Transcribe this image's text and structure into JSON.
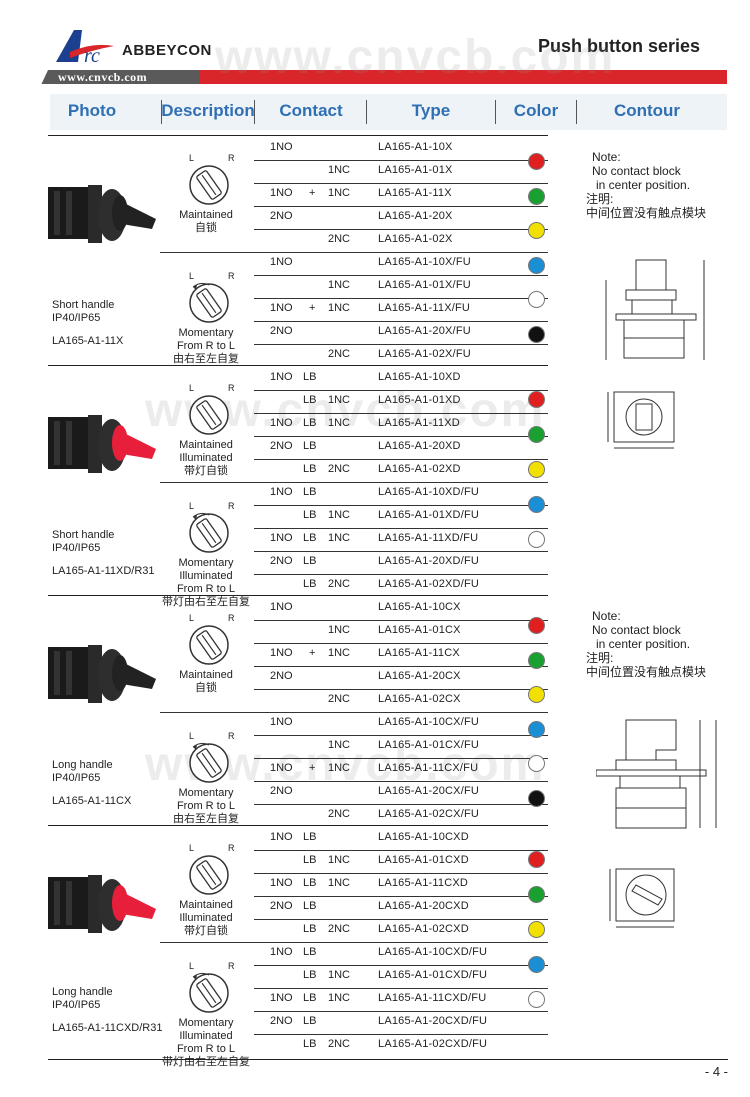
{
  "header": {
    "brand": "ABBEYCON",
    "series_title": "Push button series",
    "url": "www.cnvcb.com",
    "watermark": "www.cnvcb.com",
    "page_number": "- 4 -"
  },
  "columns": [
    "Photo",
    "Description",
    "Contact",
    "Type",
    "Color",
    "Contour"
  ],
  "dial_labels": {
    "left": "L",
    "right": "R"
  },
  "notes": {
    "line1": "Note:",
    "line2": "No contact block",
    "line3": "in center position.",
    "line4": "注明:",
    "line5": "中间位置没有触点模块"
  },
  "colors": {
    "red": "#e02020",
    "green": "#1aa030",
    "yellow": "#f2e000",
    "blue": "#1a8fd6",
    "white": "#ffffff",
    "black": "#111111"
  },
  "sections": [
    {
      "product_lines": [
        "Short handle",
        "IP40/IP65",
        "LA165-A1-11X"
      ],
      "desc_a": [
        "Maintained",
        "自锁"
      ],
      "desc_b": [
        "Momentary",
        "From  R  to  L",
        "由右至左自复"
      ],
      "rows": [
        {
          "no": "1NO",
          "lb1": "",
          "plus": "",
          "lb2": "",
          "nc": "",
          "type": "LA165-A1-10X"
        },
        {
          "no": "",
          "lb1": "",
          "plus": "",
          "lb2": "",
          "nc": "1NC",
          "type": "LA165-A1-01X"
        },
        {
          "no": "1NO",
          "lb1": "",
          "plus": "+",
          "lb2": "",
          "nc": "1NC",
          "type": "LA165-A1-11X"
        },
        {
          "no": "2NO",
          "lb1": "",
          "plus": "",
          "lb2": "",
          "nc": "",
          "type": "LA165-A1-20X"
        },
        {
          "no": "",
          "lb1": "",
          "plus": "",
          "lb2": "",
          "nc": "2NC",
          "type": "LA165-A1-02X"
        },
        {
          "no": "1NO",
          "lb1": "",
          "plus": "",
          "lb2": "",
          "nc": "",
          "type": "LA165-A1-10X/FU"
        },
        {
          "no": "",
          "lb1": "",
          "plus": "",
          "lb2": "",
          "nc": "1NC",
          "type": "LA165-A1-01X/FU"
        },
        {
          "no": "1NO",
          "lb1": "",
          "plus": "+",
          "lb2": "",
          "nc": "1NC",
          "type": "LA165-A1-11X/FU"
        },
        {
          "no": "2NO",
          "lb1": "",
          "plus": "",
          "lb2": "",
          "nc": "",
          "type": "LA165-A1-20X/FU"
        },
        {
          "no": "",
          "lb1": "",
          "plus": "",
          "lb2": "",
          "nc": "2NC",
          "type": "LA165-A1-02X/FU"
        }
      ]
    },
    {
      "product_lines": [
        "Short handle",
        "IP40/IP65",
        "LA165-A1-11XD/R31"
      ],
      "desc_a": [
        "Maintained",
        "Illuminated",
        "带灯自锁"
      ],
      "desc_b": [
        "Momentary",
        "Illuminated",
        "From  R  to  L",
        "带灯由右至左自复"
      ],
      "rows": [
        {
          "no": "1NO",
          "lb1": "LB",
          "plus": "",
          "lb2": "",
          "nc": "",
          "type": "LA165-A1-10XD"
        },
        {
          "no": "",
          "lb1": "",
          "plus": "",
          "lb2": "LB",
          "nc": "1NC",
          "type": "LA165-A1-01XD"
        },
        {
          "no": "1NO",
          "lb1": "LB",
          "plus": "",
          "lb2": "",
          "nc": "1NC",
          "type": "LA165-A1-11XD"
        },
        {
          "no": "2NO",
          "lb1": "LB",
          "plus": "",
          "lb2": "",
          "nc": "",
          "type": "LA165-A1-20XD"
        },
        {
          "no": "",
          "lb1": "",
          "plus": "",
          "lb2": "LB",
          "nc": "2NC",
          "type": "LA165-A1-02XD"
        },
        {
          "no": "1NO",
          "lb1": "LB",
          "plus": "",
          "lb2": "",
          "nc": "",
          "type": "LA165-A1-10XD/FU"
        },
        {
          "no": "",
          "lb1": "",
          "plus": "",
          "lb2": "LB",
          "nc": "1NC",
          "type": "LA165-A1-01XD/FU"
        },
        {
          "no": "1NO",
          "lb1": "LB",
          "plus": "",
          "lb2": "",
          "nc": "1NC",
          "type": "LA165-A1-11XD/FU"
        },
        {
          "no": "2NO",
          "lb1": "LB",
          "plus": "",
          "lb2": "",
          "nc": "",
          "type": "LA165-A1-20XD/FU"
        },
        {
          "no": "",
          "lb1": "",
          "plus": "",
          "lb2": "LB",
          "nc": "2NC",
          "type": "LA165-A1-02XD/FU"
        }
      ]
    },
    {
      "product_lines": [
        "Long handle",
        "IP40/IP65",
        "LA165-A1-11CX"
      ],
      "desc_a": [
        "Maintained",
        "自锁"
      ],
      "desc_b": [
        "Momentary",
        "From  R  to  L",
        "由右至左自复"
      ],
      "rows": [
        {
          "no": "1NO",
          "lb1": "",
          "plus": "",
          "lb2": "",
          "nc": "",
          "type": "LA165-A1-10CX"
        },
        {
          "no": "",
          "lb1": "",
          "plus": "",
          "lb2": "",
          "nc": "1NC",
          "type": "LA165-A1-01CX"
        },
        {
          "no": "1NO",
          "lb1": "",
          "plus": "+",
          "lb2": "",
          "nc": "1NC",
          "type": "LA165-A1-11CX"
        },
        {
          "no": "2NO",
          "lb1": "",
          "plus": "",
          "lb2": "",
          "nc": "",
          "type": "LA165-A1-20CX"
        },
        {
          "no": "",
          "lb1": "",
          "plus": "",
          "lb2": "",
          "nc": "2NC",
          "type": "LA165-A1-02CX"
        },
        {
          "no": "1NO",
          "lb1": "",
          "plus": "",
          "lb2": "",
          "nc": "",
          "type": "LA165-A1-10CX/FU"
        },
        {
          "no": "",
          "lb1": "",
          "plus": "",
          "lb2": "",
          "nc": "1NC",
          "type": "LA165-A1-01CX/FU"
        },
        {
          "no": "1NO",
          "lb1": "",
          "plus": "+",
          "lb2": "",
          "nc": "1NC",
          "type": "LA165-A1-11CX/FU"
        },
        {
          "no": "2NO",
          "lb1": "",
          "plus": "",
          "lb2": "",
          "nc": "",
          "type": "LA165-A1-20CX/FU"
        },
        {
          "no": "",
          "lb1": "",
          "plus": "",
          "lb2": "",
          "nc": "2NC",
          "type": "LA165-A1-02CX/FU"
        }
      ]
    },
    {
      "product_lines": [
        "Long handle",
        "IP40/IP65",
        "LA165-A1-11CXD/R31"
      ],
      "desc_a": [
        "Maintained",
        "Illuminated",
        "带灯自锁"
      ],
      "desc_b": [
        "Momentary",
        "Illuminated",
        "From  R  to  L",
        "带灯由右至左自复"
      ],
      "rows": [
        {
          "no": "1NO",
          "lb1": "LB",
          "plus": "",
          "lb2": "",
          "nc": "",
          "type": "LA165-A1-10CXD"
        },
        {
          "no": "",
          "lb1": "",
          "plus": "",
          "lb2": "LB",
          "nc": "1NC",
          "type": "LA165-A1-01CXD"
        },
        {
          "no": "1NO",
          "lb1": "LB",
          "plus": "",
          "lb2": "",
          "nc": "1NC",
          "type": "LA165-A1-11CXD"
        },
        {
          "no": "2NO",
          "lb1": "LB",
          "plus": "",
          "lb2": "",
          "nc": "",
          "type": "LA165-A1-20CXD"
        },
        {
          "no": "",
          "lb1": "",
          "plus": "",
          "lb2": "LB",
          "nc": "2NC",
          "type": "LA165-A1-02CXD"
        },
        {
          "no": "1NO",
          "lb1": "LB",
          "plus": "",
          "lb2": "",
          "nc": "",
          "type": "LA165-A1-10CXD/FU"
        },
        {
          "no": "",
          "lb1": "",
          "plus": "",
          "lb2": "LB",
          "nc": "1NC",
          "type": "LA165-A1-01CXD/FU"
        },
        {
          "no": "1NO",
          "lb1": "LB",
          "plus": "",
          "lb2": "",
          "nc": "1NC",
          "type": "LA165-A1-11CXD/FU"
        },
        {
          "no": "2NO",
          "lb1": "LB",
          "plus": "",
          "lb2": "",
          "nc": "",
          "type": "LA165-A1-20CXD/FU"
        },
        {
          "no": "",
          "lb1": "",
          "plus": "",
          "lb2": "LB",
          "nc": "2NC",
          "type": "LA165-A1-02CXD/FU"
        }
      ]
    }
  ],
  "color_groups": [
    [
      "red",
      "green",
      "yellow",
      "blue",
      "white",
      "black"
    ],
    [
      "red",
      "green",
      "yellow",
      "blue",
      "white"
    ],
    [
      "red",
      "green",
      "yellow",
      "blue",
      "white",
      "black"
    ],
    [
      "red",
      "green",
      "yellow",
      "blue",
      "white"
    ]
  ]
}
